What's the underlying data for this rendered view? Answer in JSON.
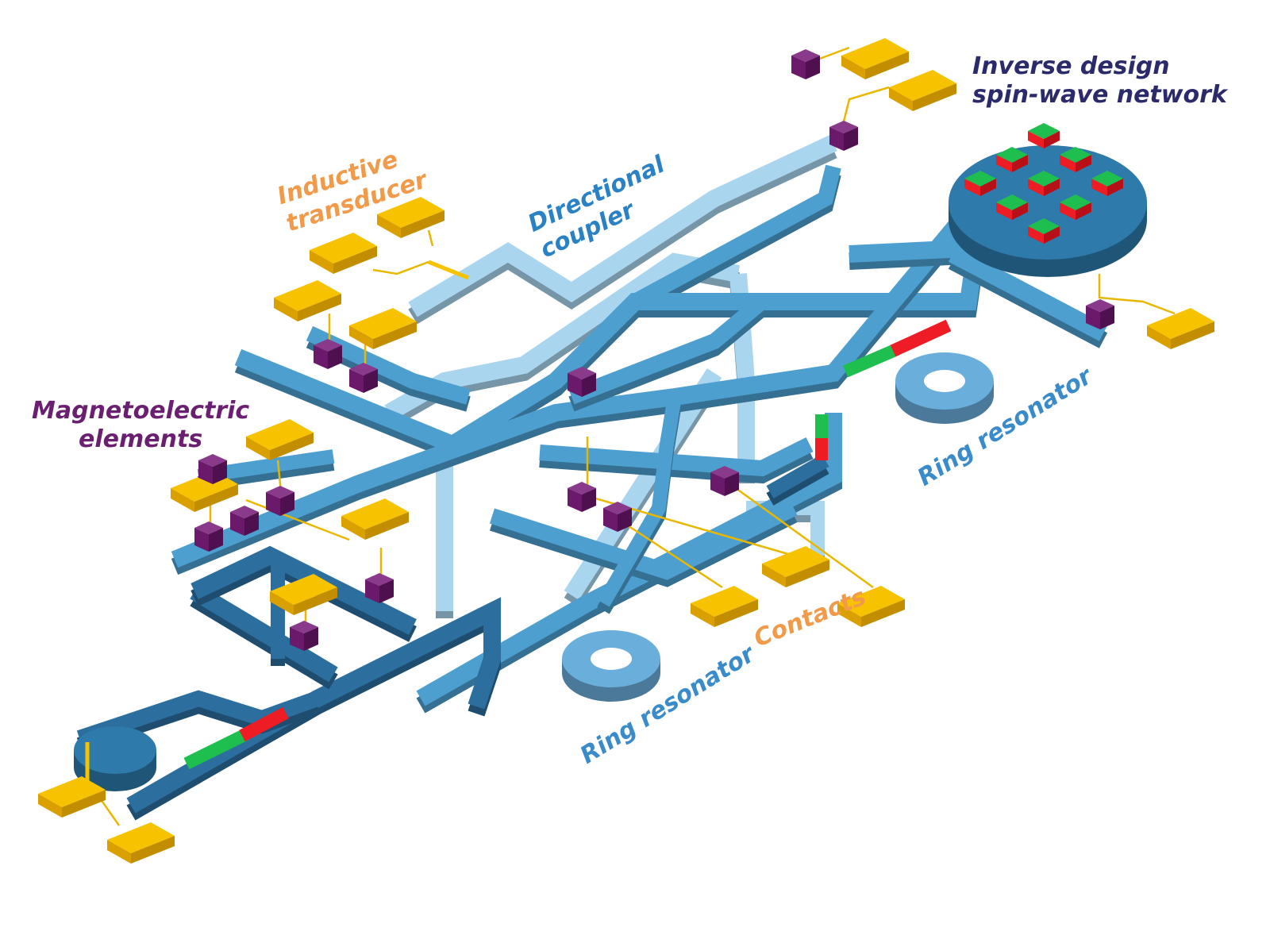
{
  "labels": {
    "inverse_design": "Inverse design\nspin-wave network",
    "inductive_transducer": "Inductive\ntransducer",
    "directional_coupler": "Directional\ncoupler",
    "magnetoelectric": "Magnetoelectric\nelements",
    "ring_resonator_right": "Ring resonator",
    "ring_resonator_bottom": "Ring resonator",
    "contacts": "Contacts"
  },
  "colors": {
    "inverse_design_text": "#2b2a6b",
    "transducer_text": "#f09a4a",
    "coupler_text": "#2a82c4",
    "magnetoelectric_text": "#6b1f70",
    "ring_text": "#3a8bc9",
    "contacts_text": "#f09a4a",
    "waveguide_mid": "#4d9fd0",
    "waveguide_dark": "#2c6f9f",
    "waveguide_light": "#a9d5ef",
    "contact_pad": "#f7c200",
    "magnetoelectric_cube": "#6b1a6b",
    "magnet_green": "#1fbf4f",
    "magnet_red": "#ee1c24"
  }
}
